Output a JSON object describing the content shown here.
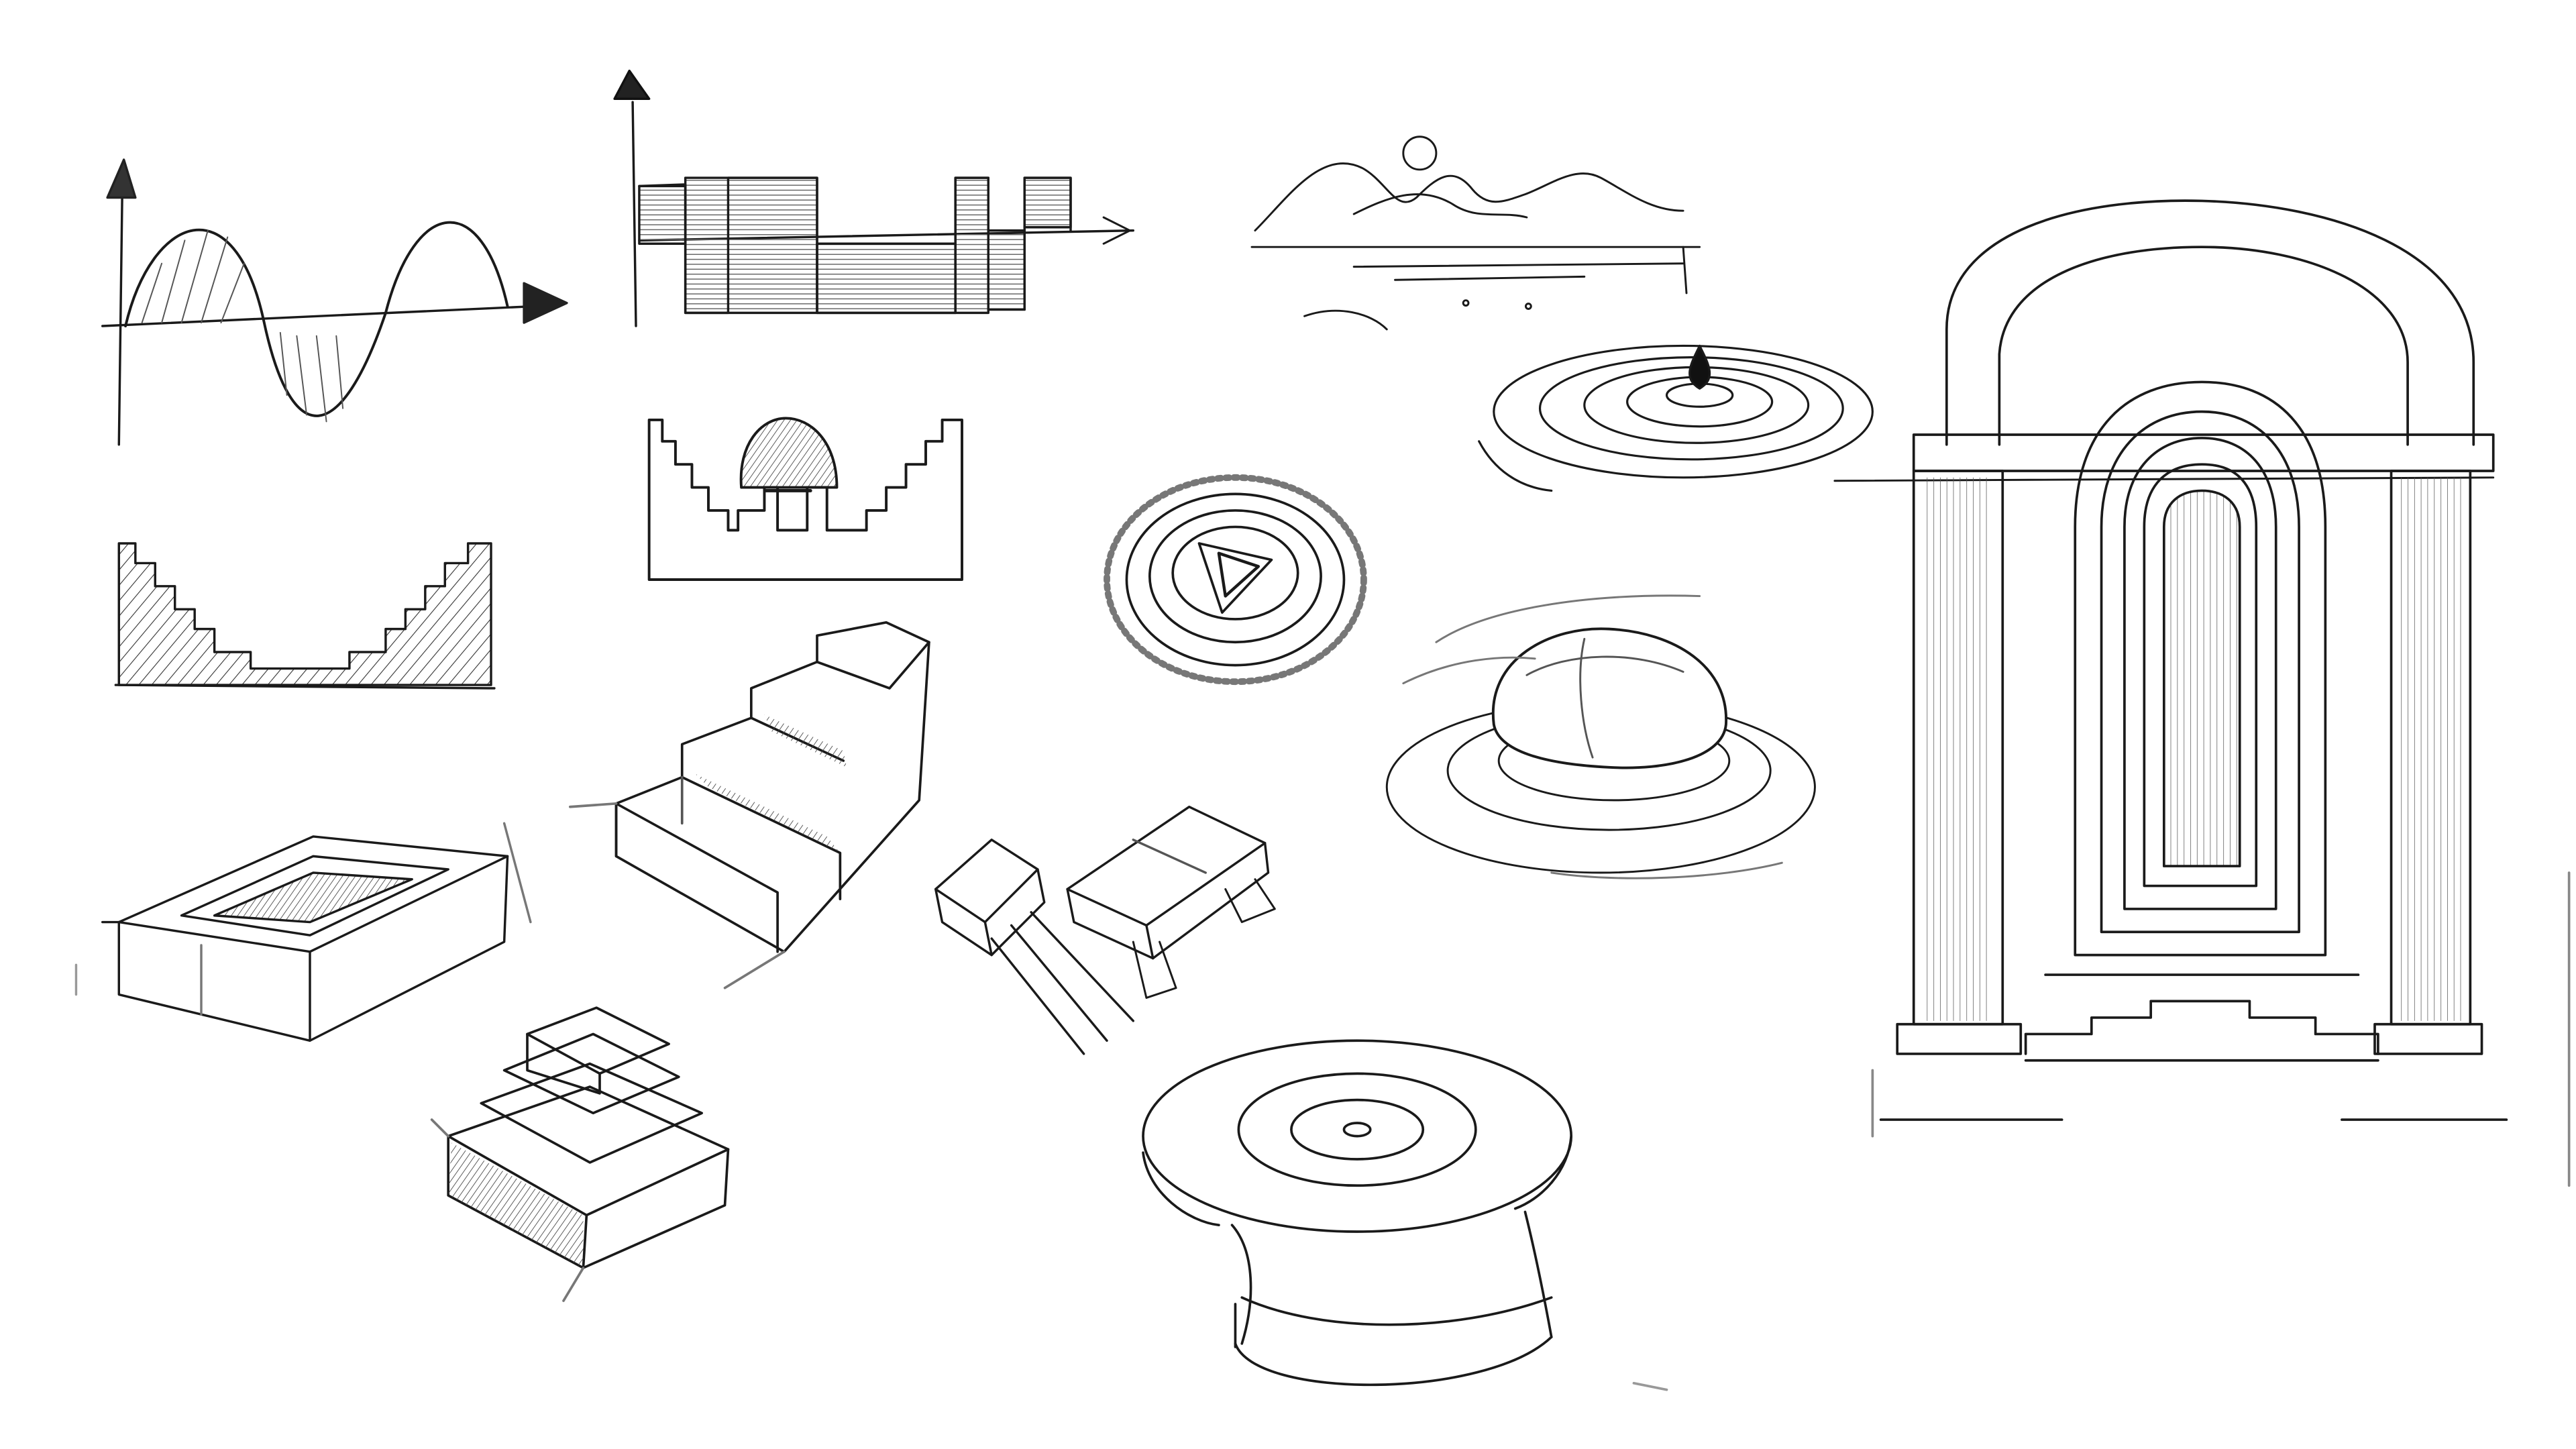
{
  "page": {
    "background": "#ffffff",
    "ink": "#1a1a1a",
    "ink_light": "#555555",
    "ink_faint": "#8a8a8a"
  },
  "sketches": [
    {
      "name": "sine-wave-sketch",
      "icon": "sine-wave-icon"
    },
    {
      "name": "square-wave-sketch",
      "icon": "square-wave-icon"
    },
    {
      "name": "mountain-landscape-sketch",
      "icon": "mountain-icon"
    },
    {
      "name": "water-drop-ripple-sketch",
      "icon": "water-drop-icon"
    },
    {
      "name": "stepped-valley-sketch",
      "icon": "valley-icon"
    },
    {
      "name": "stepped-frame-mushroom-sketch",
      "icon": "mushroom-icon"
    },
    {
      "name": "concentric-rings-sketch",
      "icon": "rings-icon"
    },
    {
      "name": "stone-in-water-sketch",
      "icon": "stone-icon"
    },
    {
      "name": "arched-doorway-sketch",
      "icon": "arch-icon"
    },
    {
      "name": "sunken-box-sketch",
      "icon": "box-icon"
    },
    {
      "name": "staircase-sketch",
      "icon": "stairs-icon"
    },
    {
      "name": "electronic-components-sketch",
      "icon": "chip-icon"
    },
    {
      "name": "stepped-pyramid-sketch",
      "icon": "pyramid-icon"
    },
    {
      "name": "pedestal-bowl-sketch",
      "icon": "bowl-icon"
    }
  ]
}
